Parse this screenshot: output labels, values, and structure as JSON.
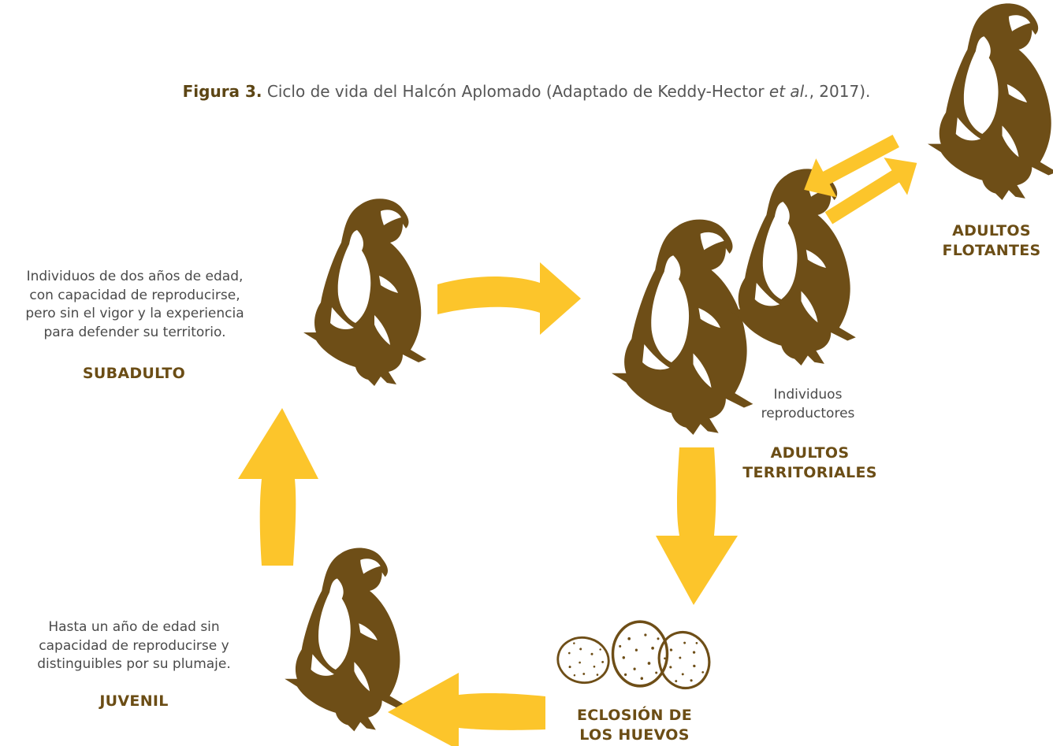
{
  "figure": {
    "caption_lead": "Figura 3.",
    "caption_text": "Ciclo de vida del Halcón Aplomado (Adaptado de Keddy-Hector",
    "caption_italic": "et al.",
    "caption_end": ", 2017)."
  },
  "stages": {
    "subadulto": {
      "description": "Individuos de dos años de edad,\ncon capacidad de reproducirse,\npero sin el vigor y la experiencia\npara defender su territorio.",
      "label": "SUBADULTO"
    },
    "adultos_territoriales": {
      "description": "Individuos\nreproductores",
      "label": "ADULTOS\nTERRITORIALES"
    },
    "adultos_flotantes": {
      "label": "ADULTOS\nFLOTANTES"
    },
    "eclosion": {
      "label": "ECLOSIÓN DE\nLOS HUEVOS"
    },
    "juvenil": {
      "description": "Hasta un año de edad sin\ncapacidad de reproducirse y\ndistinguibles por su plumaje.",
      "label": "JUVENIL"
    }
  },
  "colors": {
    "bird": "#6e4e17",
    "arrow": "#fcc52b",
    "label": "#6b4d15",
    "text": "#4a4a4a"
  },
  "icons": {
    "bird": "falcon-icon",
    "eggs": "egg-icon"
  }
}
